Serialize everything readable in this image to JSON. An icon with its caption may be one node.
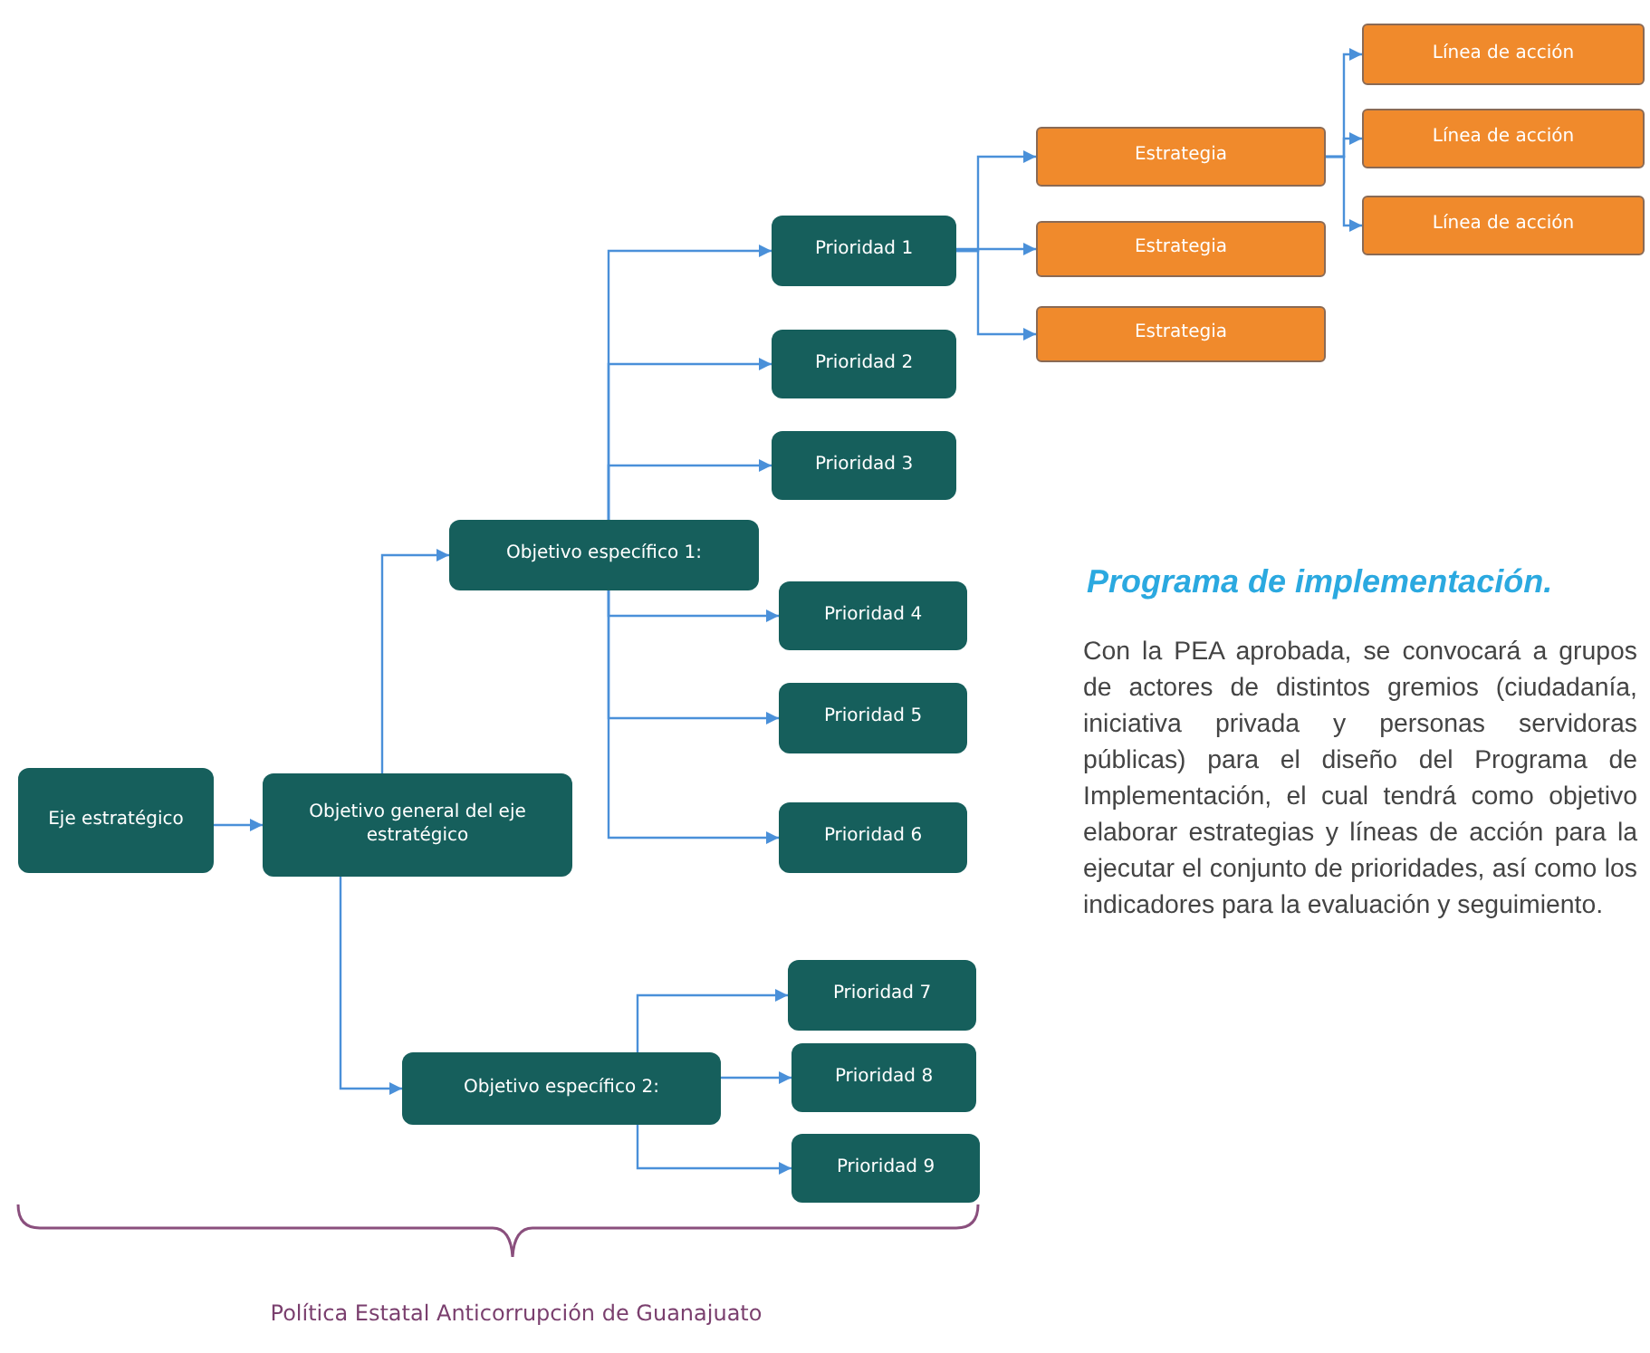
{
  "diagram": {
    "nodes": [
      {
        "text": [
          "Eje estratégico"
        ]
      },
      {
        "text": [
          "Objetivo general del eje estratégico"
        ]
      },
      {
        "text": [
          "Objetivo específico 1:"
        ]
      },
      {
        "text": [
          "Prioridad 1"
        ]
      },
      {
        "text": [
          "Prioridad 2"
        ]
      },
      {
        "text": [
          "Prioridad 3"
        ]
      },
      {
        "text": [
          "Prioridad 4"
        ]
      },
      {
        "text": [
          "Prioridad 5"
        ]
      },
      {
        "text": [
          "Prioridad 6"
        ]
      },
      {
        "text": [
          "Objetivo específico 2:"
        ]
      },
      {
        "text": [
          "Prioridad 7"
        ]
      },
      {
        "text": [
          "Prioridad 8"
        ]
      },
      {
        "text": [
          "Prioridad 9"
        ]
      },
      {
        "text": [
          "Estrategia"
        ]
      },
      {
        "text": [
          "Estrategia"
        ]
      },
      {
        "text": [
          "Estrategia"
        ]
      },
      {
        "text": [
          "Línea de acción"
        ]
      },
      {
        "text": [
          "Línea de acción"
        ]
      },
      {
        "text": [
          "Línea de acción"
        ]
      }
    ],
    "edges": [
      {
        "from": 0,
        "to": 1,
        "arrow": "to"
      },
      {
        "from": 1,
        "to": 2,
        "arrow": "to"
      },
      {
        "from": 1,
        "to": 9,
        "arrow": "to"
      },
      {
        "from": 2,
        "to": 3,
        "arrow": "to"
      },
      {
        "from": 2,
        "to": 4,
        "arrow": "to"
      },
      {
        "from": 2,
        "to": 5,
        "arrow": "to"
      },
      {
        "from": 2,
        "to": 6,
        "arrow": "to"
      },
      {
        "from": 2,
        "to": 7,
        "arrow": "to"
      },
      {
        "from": 2,
        "to": 8,
        "arrow": "to"
      },
      {
        "from": 9,
        "to": 10,
        "arrow": "to"
      },
      {
        "from": 9,
        "to": 11,
        "arrow": "to"
      },
      {
        "from": 9,
        "to": 12,
        "arrow": "to"
      },
      {
        "from": 3,
        "to": 13,
        "arrow": "to"
      },
      {
        "from": 3,
        "to": 14,
        "arrow": "to"
      },
      {
        "from": 3,
        "to": 15,
        "arrow": "to"
      },
      {
        "from": 13,
        "to": 16,
        "arrow": "to"
      },
      {
        "from": 13,
        "to": 17,
        "arrow": "to"
      },
      {
        "from": 13,
        "to": 18,
        "arrow": "to"
      }
    ],
    "labels": [
      "Programa de implementación.",
      "Con la PEA aprobada, se convocará a grupos de actores de distintos gremios (ciudadanía, iniciativa privada y personas servidoras públicas) para el diseño del Programa de Implementación, el cual tendrá como objetivo elaborar estrategias y líneas de acción para la ejecutar el conjunto de prioridades, así como los indicadores para la evaluación y seguimiento.",
      "Política Estatal Anticorrupción de Guanajuato"
    ]
  }
}
